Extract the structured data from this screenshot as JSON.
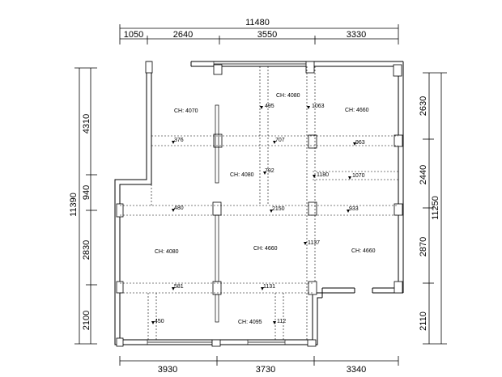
{
  "dimensions": {
    "top_total": "11480",
    "top_segments": [
      "1050",
      "2640",
      "3550",
      "3330"
    ],
    "bottom_segments": [
      "3930",
      "3730",
      "3340"
    ],
    "left_total": "11390",
    "left_segments": [
      "4310",
      "940",
      "2830",
      "2100"
    ],
    "right_total": "11250",
    "right_segments": [
      "2630",
      "2440",
      "2870",
      "2110"
    ]
  },
  "ceiling_heights": [
    "CH: 4070",
    "CH: 4080",
    "CH: 4660",
    "CH: 4080",
    "CH: 4080",
    "CH: 4660",
    "CH: 4660",
    "CH: 4095"
  ],
  "beam_labels": [
    "495",
    "1063",
    "376",
    "707",
    "963",
    "792",
    "1180",
    "1070",
    "480",
    "2150",
    "933",
    "1137",
    "581",
    "1131",
    "450",
    "112"
  ]
}
